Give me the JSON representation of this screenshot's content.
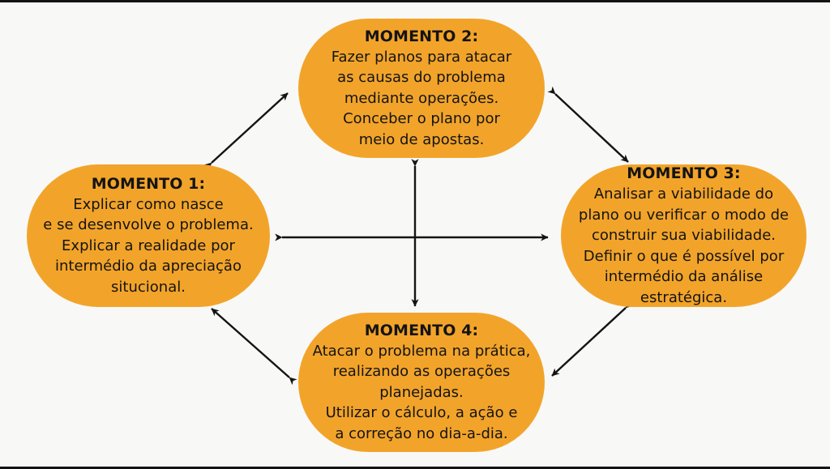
{
  "diagram": {
    "type": "cycle-diagram",
    "background_color": "#f8f8f7",
    "node_color": "#f2a42a",
    "text_color": "#141414",
    "arrow_color": "#141414",
    "nodes": [
      {
        "id": "momento-1",
        "position": "left",
        "title": "MOMENTO 1:",
        "body": "Explicar como nasce\ne se desenvolve o problema.\nExplicar a realidade por\nintermédio da apreciação\nsitucional."
      },
      {
        "id": "momento-2",
        "position": "top",
        "title": "MOMENTO 2:",
        "body": "Fazer planos para atacar\nas causas do problema\nmediante operações.\nConceber o plano por\nmeio de apostas."
      },
      {
        "id": "momento-3",
        "position": "right",
        "title": "MOMENTO 3:",
        "body": "Analisar a viabilidade do\nplano ou verificar o modo de\nconstruir sua viabilidade.\nDefinir o que é possível por\nintermédio da análise\nestratégica."
      },
      {
        "id": "momento-4",
        "position": "bottom",
        "title": "MOMENTO 4:",
        "body": "Atacar o problema na prática,\nrealizando as operações planejadas.\nUtilizar o cálculo, a ação e\na correção no dia-a-dia."
      }
    ],
    "connectors": [
      {
        "id": "connector-1-2",
        "from": "momento-1",
        "to": "momento-2",
        "style": "double-headed-diagonal"
      },
      {
        "id": "connector-2-3",
        "from": "momento-2",
        "to": "momento-3",
        "style": "double-headed-diagonal"
      },
      {
        "id": "connector-3-4",
        "from": "momento-3",
        "to": "momento-4",
        "style": "double-headed-diagonal"
      },
      {
        "id": "connector-4-1",
        "from": "momento-4",
        "to": "momento-1",
        "style": "double-headed-diagonal"
      },
      {
        "id": "connector-1-3",
        "from": "momento-1",
        "to": "momento-3",
        "style": "double-headed-horizontal"
      },
      {
        "id": "connector-2-4",
        "from": "momento-2",
        "to": "momento-4",
        "style": "double-headed-vertical"
      }
    ]
  }
}
